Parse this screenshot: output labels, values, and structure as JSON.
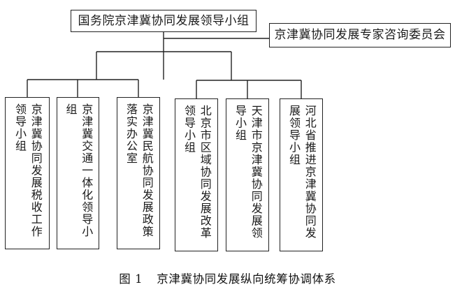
{
  "figure": {
    "caption_number": "图 1",
    "caption_text": "京津冀协同发展纵向统筹协调体系",
    "line_color": "#222222",
    "box_border_color": "#222222",
    "background_color": "#ffffff",
    "text_color": "#1a1a1a"
  },
  "nodes": {
    "top": {
      "label": "国务院京津冀协同发展领导小组",
      "orientation": "horizontal"
    },
    "advisory": {
      "label": "京津冀协同发展专家咨询委员会",
      "orientation": "horizontal"
    },
    "leaves": [
      {
        "label": "京津冀协同发展税收工作领导小组",
        "orientation": "vertical"
      },
      {
        "label": "京津冀交通一体化领导小组",
        "orientation": "vertical"
      },
      {
        "label": "京津冀民航协同发展政策落实办公室",
        "orientation": "vertical"
      },
      {
        "label": "北京市区域协同发展改革领导小组",
        "orientation": "vertical"
      },
      {
        "label": "天津市京津冀协同发展领导小组",
        "orientation": "vertical"
      },
      {
        "label": "河北省推进京津冀协同发展领导小组",
        "orientation": "vertical"
      }
    ]
  }
}
